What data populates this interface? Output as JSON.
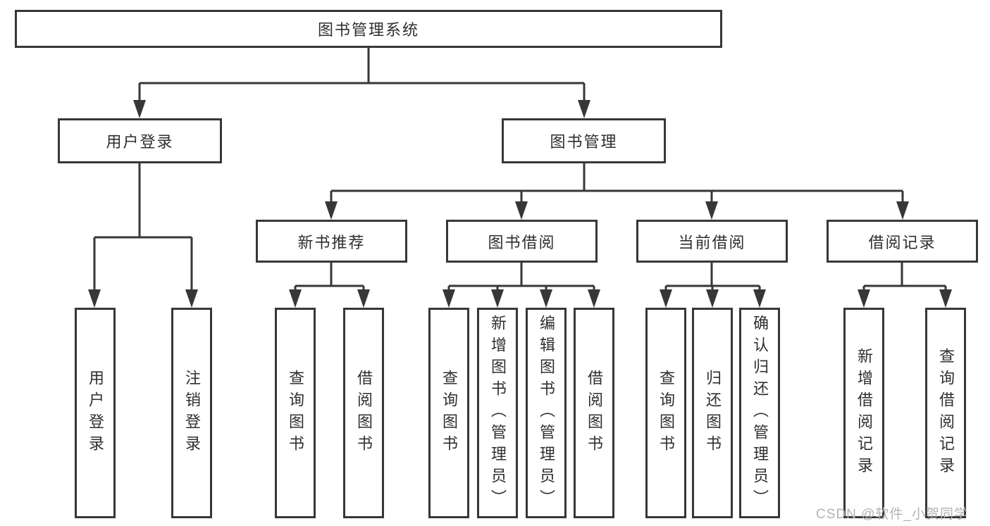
{
  "diagram": {
    "title": "图书管理系统",
    "branches": [
      {
        "label": "用户登录",
        "children": [
          {
            "label": "用户登录"
          },
          {
            "label": "注销登录"
          }
        ]
      },
      {
        "label": "图书管理",
        "children": [
          {
            "label": "新书推荐",
            "children": [
              {
                "label": "查询图书"
              },
              {
                "label": "借阅图书"
              }
            ]
          },
          {
            "label": "图书借阅",
            "children": [
              {
                "label": "查询图书"
              },
              {
                "label": "新增图书（管理员）"
              },
              {
                "label": "编辑图书（管理员）"
              },
              {
                "label": "借阅图书"
              }
            ]
          },
          {
            "label": "当前借阅",
            "children": [
              {
                "label": "查询图书"
              },
              {
                "label": "归还图书"
              },
              {
                "label": "确认归还（管理员）"
              }
            ]
          },
          {
            "label": "借阅记录",
            "children": [
              {
                "label": "新增借阅记录"
              },
              {
                "label": "查询借阅记录"
              }
            ]
          }
        ]
      }
    ]
  },
  "watermark": "CSDN @软件_小贺同学",
  "colors": {
    "line": "#373737",
    "box_border": "#373737",
    "text": "#2f2f2f",
    "watermark": "#b3b3b3",
    "background": "#ffffff"
  }
}
